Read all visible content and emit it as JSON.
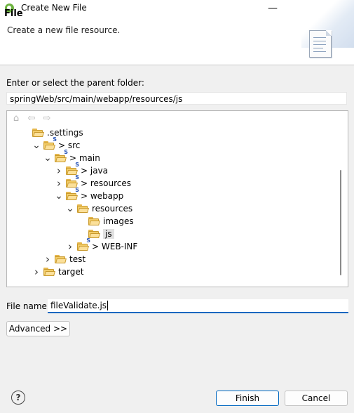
{
  "window": {
    "title": "Create New File",
    "controls": {
      "minimize": "—",
      "maximize": "☐",
      "close": "✕"
    }
  },
  "header": {
    "title": "File",
    "description": "Create a new file resource.",
    "icon": "file-page-icon"
  },
  "parent_folder": {
    "label": "Enter or select the parent folder:",
    "value": "springWeb/src/main/webapp/resources/js"
  },
  "tree_nav": {
    "home": "⌂",
    "back": "⇦",
    "forward": "⇨"
  },
  "tree": {
    "items": [
      {
        "label": ".settings",
        "depth": 0,
        "expander": "none",
        "spring": false,
        "selected": false
      },
      {
        "label": "> src",
        "depth": 1,
        "expander": "open",
        "spring": true,
        "selected": false
      },
      {
        "label": "> main",
        "depth": 2,
        "expander": "open",
        "spring": true,
        "selected": false
      },
      {
        "label": "> java",
        "depth": 3,
        "expander": "closed",
        "spring": true,
        "selected": false
      },
      {
        "label": "> resources",
        "depth": 3,
        "expander": "closed",
        "spring": true,
        "selected": false
      },
      {
        "label": "> webapp",
        "depth": 3,
        "expander": "open",
        "spring": true,
        "selected": false
      },
      {
        "label": "resources",
        "depth": 4,
        "expander": "open",
        "spring": false,
        "selected": false
      },
      {
        "label": "images",
        "depth": 5,
        "expander": "none",
        "spring": false,
        "selected": false
      },
      {
        "label": "js",
        "depth": 5,
        "expander": "none",
        "spring": false,
        "selected": true
      },
      {
        "label": "> WEB-INF",
        "depth": 4,
        "expander": "closed",
        "spring": true,
        "selected": false
      },
      {
        "label": "test",
        "depth": 2,
        "expander": "closed",
        "spring": false,
        "selected": false
      },
      {
        "label": "target",
        "depth": 1,
        "expander": "closed",
        "spring": false,
        "selected": false
      }
    ]
  },
  "file_name": {
    "label": "File name:",
    "value": "fileValidate.js"
  },
  "buttons": {
    "advanced": "Advanced >>",
    "finish": "Finish",
    "cancel": "Cancel",
    "help": "?"
  },
  "colors": {
    "accent": "#0067c0",
    "folder": "#f3cd69",
    "spring_badge": "#2a56b8",
    "selection": "#e1e1e1"
  }
}
